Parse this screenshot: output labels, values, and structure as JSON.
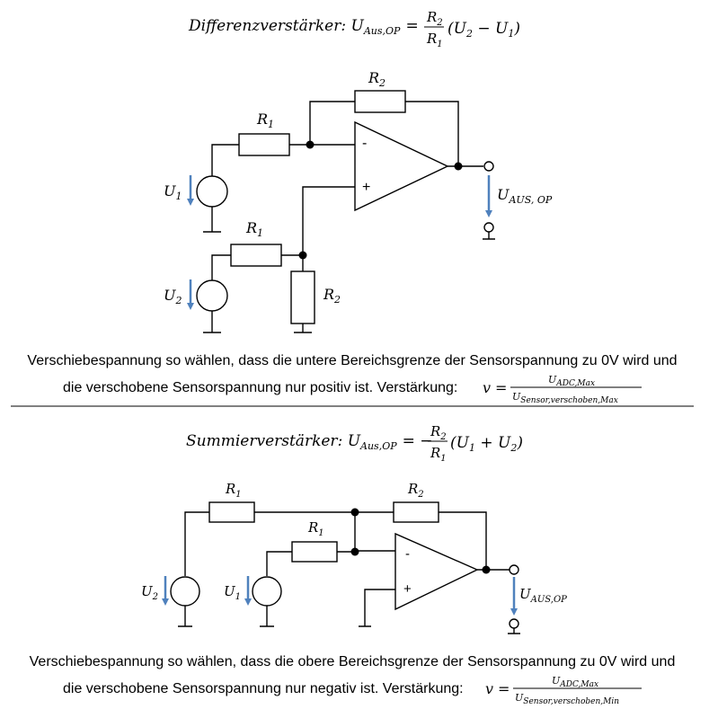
{
  "section1": {
    "formula": {
      "name": "Differenzverstärker",
      "colon": ":",
      "lhs_var": "U",
      "lhs_sub": "Aus,OP",
      "equals": "=",
      "frac_num": "R",
      "frac_num_sub": "2",
      "frac_den": "R",
      "frac_den_sub": "1",
      "paren_open": "(U",
      "u2_sub": "2",
      "minus": " − U",
      "u1_sub": "1",
      "paren_close": ")"
    },
    "labels": {
      "r2_top": "R",
      "r2_top_sub": "2",
      "r1_top": "R",
      "r1_top_sub": "1",
      "u1": "U",
      "u1_sub": "1",
      "r1_bottom": "R",
      "r1_bottom_sub": "1",
      "u2": "U",
      "u2_sub": "2",
      "r2_bottom": "R",
      "r2_bottom_sub": "2",
      "uaus": "U",
      "uaus_sub": "AUS, OP",
      "opamp_minus": "-",
      "opamp_plus": "+"
    },
    "description_line1": "Verschiebespannung so wählen, dass die untere Bereichsgrenze der Sensorspannung zu 0V wird und",
    "description_line2": "die verschobene Sensorspannung nur positiv ist. Verstärkung: ",
    "gain_var": "v",
    "gain_eq": "=",
    "gain_num": "U",
    "gain_num_sub": "ADC,Max",
    "gain_den": "U",
    "gain_den_sub": "Sensor,verschoben,Max"
  },
  "section2": {
    "formula": {
      "name": "Summierverstärker",
      "colon": ":",
      "lhs_var": "U",
      "lhs_sub": "Aus,OP",
      "equals": "= −",
      "frac_num": "R",
      "frac_num_sub": "2",
      "frac_den": "R",
      "frac_den_sub": "1",
      "paren_open": "(U",
      "u1_sub": "1",
      "plus": " + U",
      "u2_sub": "2",
      "paren_close": ")"
    },
    "labels": {
      "r1_top": "R",
      "r1_top_sub": "1",
      "r2_top": "R",
      "r2_top_sub": "2",
      "r1_mid": "R",
      "r1_mid_sub": "1",
      "u2": "U",
      "u2_sub": "2",
      "u1": "U",
      "u1_sub": "1",
      "uaus": "U",
      "uaus_sub": "AUS,OP",
      "opamp_minus": "-",
      "opamp_plus": "+"
    },
    "description_line1": "Verschiebespannung so wählen, dass die obere Bereichsgrenze der Sensorspannung zu 0V wird und",
    "description_line2": "die verschobene Sensorspannung nur negativ ist. Verstärkung: ",
    "gain_var": "v",
    "gain_eq": "=",
    "gain_num": "U",
    "gain_num_sub": "ADC,Max",
    "gain_den": "U",
    "gain_den_sub": "Sensor,verschoben,Min"
  },
  "colors": {
    "wire": "#000000",
    "arrow": "#4f81bd"
  }
}
